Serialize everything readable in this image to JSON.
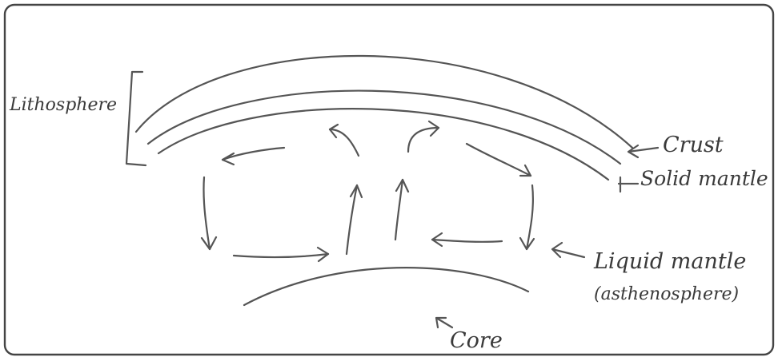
{
  "labels": {
    "lithosphere": "Lithosphere",
    "crust": "Crust",
    "solid_mantle": "Solid mantle",
    "liquid_mantle": "Liquid mantle",
    "asthenosphere": "(asthenosphere)",
    "core": "Core"
  },
  "colors": {
    "ink": "#555555",
    "paper": "#ffffff"
  }
}
